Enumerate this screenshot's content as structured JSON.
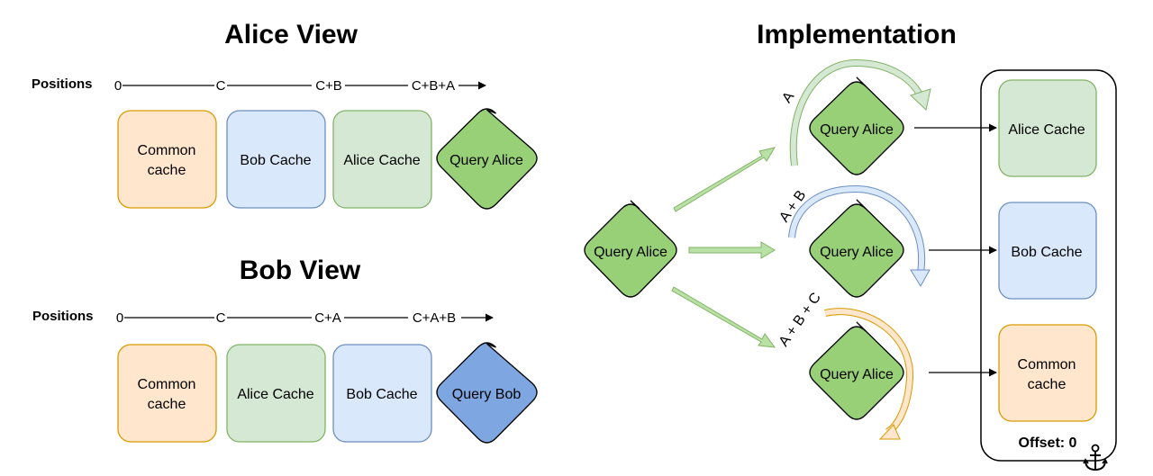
{
  "colors": {
    "orange_fill": "#FFE6CC",
    "orange_stroke": "#D79B00",
    "blue_fill": "#DAE8FC",
    "blue_stroke": "#6C8EBF",
    "green_fill": "#D5E8D4",
    "green_stroke": "#82B366",
    "query_green_fill": "#97D077",
    "query_blue_fill": "#7EA6E0",
    "arrow_green": "#B9E0A5",
    "arc_blue": "#A9C4EB",
    "arc_orange": "#FFCE54"
  },
  "alice_view": {
    "title": "Alice View",
    "positions_label": "Positions",
    "ticks": [
      "0",
      "C",
      "C+B",
      "C+B+A"
    ],
    "boxes": {
      "common": "Common cache",
      "bob": "Bob Cache",
      "alice": "Alice Cache",
      "query": "Query Alice"
    }
  },
  "bob_view": {
    "title": "Bob View",
    "positions_label": "Positions",
    "ticks": [
      "0",
      "C",
      "C+A",
      "C+A+B"
    ],
    "boxes": {
      "common": "Common cache",
      "alice": "Alice Cache",
      "bob": "Bob Cache",
      "query": "Query Bob"
    }
  },
  "implementation": {
    "title": "Implementation",
    "source_query": "Query Alice",
    "branch_queries": [
      "Query Alice",
      "Query Alice",
      "Query Alice"
    ],
    "arc_labels": [
      "A",
      "A + B",
      "A + B + C"
    ],
    "cache_boxes": [
      "Alice Cache",
      "Bob Cache",
      "Common cache"
    ],
    "offset_label": "Offset: 0",
    "anchor_icon": "anchor-icon"
  }
}
